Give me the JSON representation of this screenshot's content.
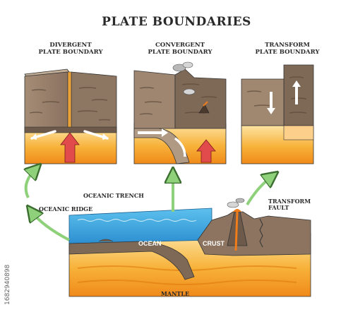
{
  "title": "PLATE BOUNDARIES",
  "panels": {
    "divergent": "DIVERGENT\nPLATE BOUNDARY",
    "convergent": "CONVERGENT\nPLATE BOUNDARY",
    "transform": "TRANSFORM\nPLATE BOUNDARY"
  },
  "labels": {
    "oceanic_trench": "OCEANIC TRENCH",
    "oceanic_ridge": "OCEANIC RIDGE",
    "transform_fault": "TRANSFORM\nFAULT",
    "ocean": "OCEAN",
    "crust": "CRUST",
    "mantle": "MANTLE"
  },
  "stock_id": "1682940898",
  "colors": {
    "crust_brown": "#8c7460",
    "crust_light": "#a89079",
    "mantle_orange": "#f5a020",
    "mantle_yellow": "#fbd27a",
    "ocean_blue": "#3fa9e0",
    "arrow_green": "#8fd17a",
    "arrow_red": "#e24b4b"
  }
}
